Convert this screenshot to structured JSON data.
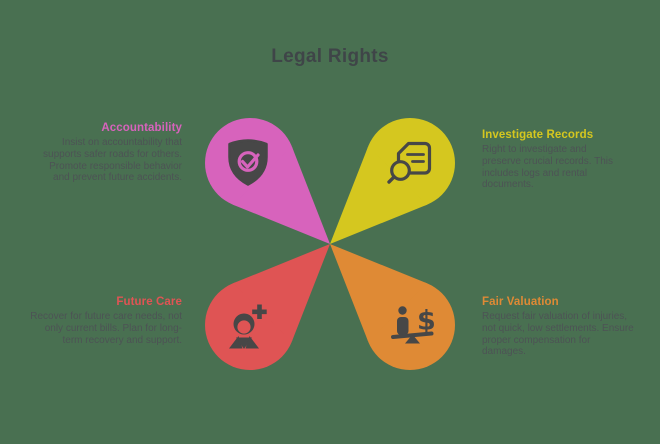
{
  "title": "Legal Rights",
  "colors": {
    "background": "#497051",
    "title": "#3f4548",
    "body": "#4d5355",
    "icon": "#474747"
  },
  "glyphs": {
    "dollar": "$"
  },
  "petals": [
    {
      "id": "accountability",
      "position": "top-left",
      "color": "#d763bc",
      "icon": "shield-check-icon",
      "label": "Accountability",
      "description": "Insist on accountability that supports safer roads for others. Promote responsible behavior and prevent future accidents."
    },
    {
      "id": "investigate-records",
      "position": "top-right",
      "color": "#d5c71f",
      "icon": "document-search-icon",
      "label": "Investigate Records",
      "description": "Right to investigate and preserve crucial records. This includes logs and rental documents."
    },
    {
      "id": "future-care",
      "position": "bottom-left",
      "color": "#df5454",
      "icon": "person-add-icon",
      "label": "Future Care",
      "description": "Recover for future care needs, not only current bills. Plan for long-term recovery and support."
    },
    {
      "id": "fair-valuation",
      "position": "bottom-right",
      "color": "#df8a35",
      "icon": "balance-money-icon",
      "label": "Fair Valuation",
      "description": "Request fair valuation of injuries, not quick, low settlements. Ensure proper compensation for damages."
    }
  ]
}
